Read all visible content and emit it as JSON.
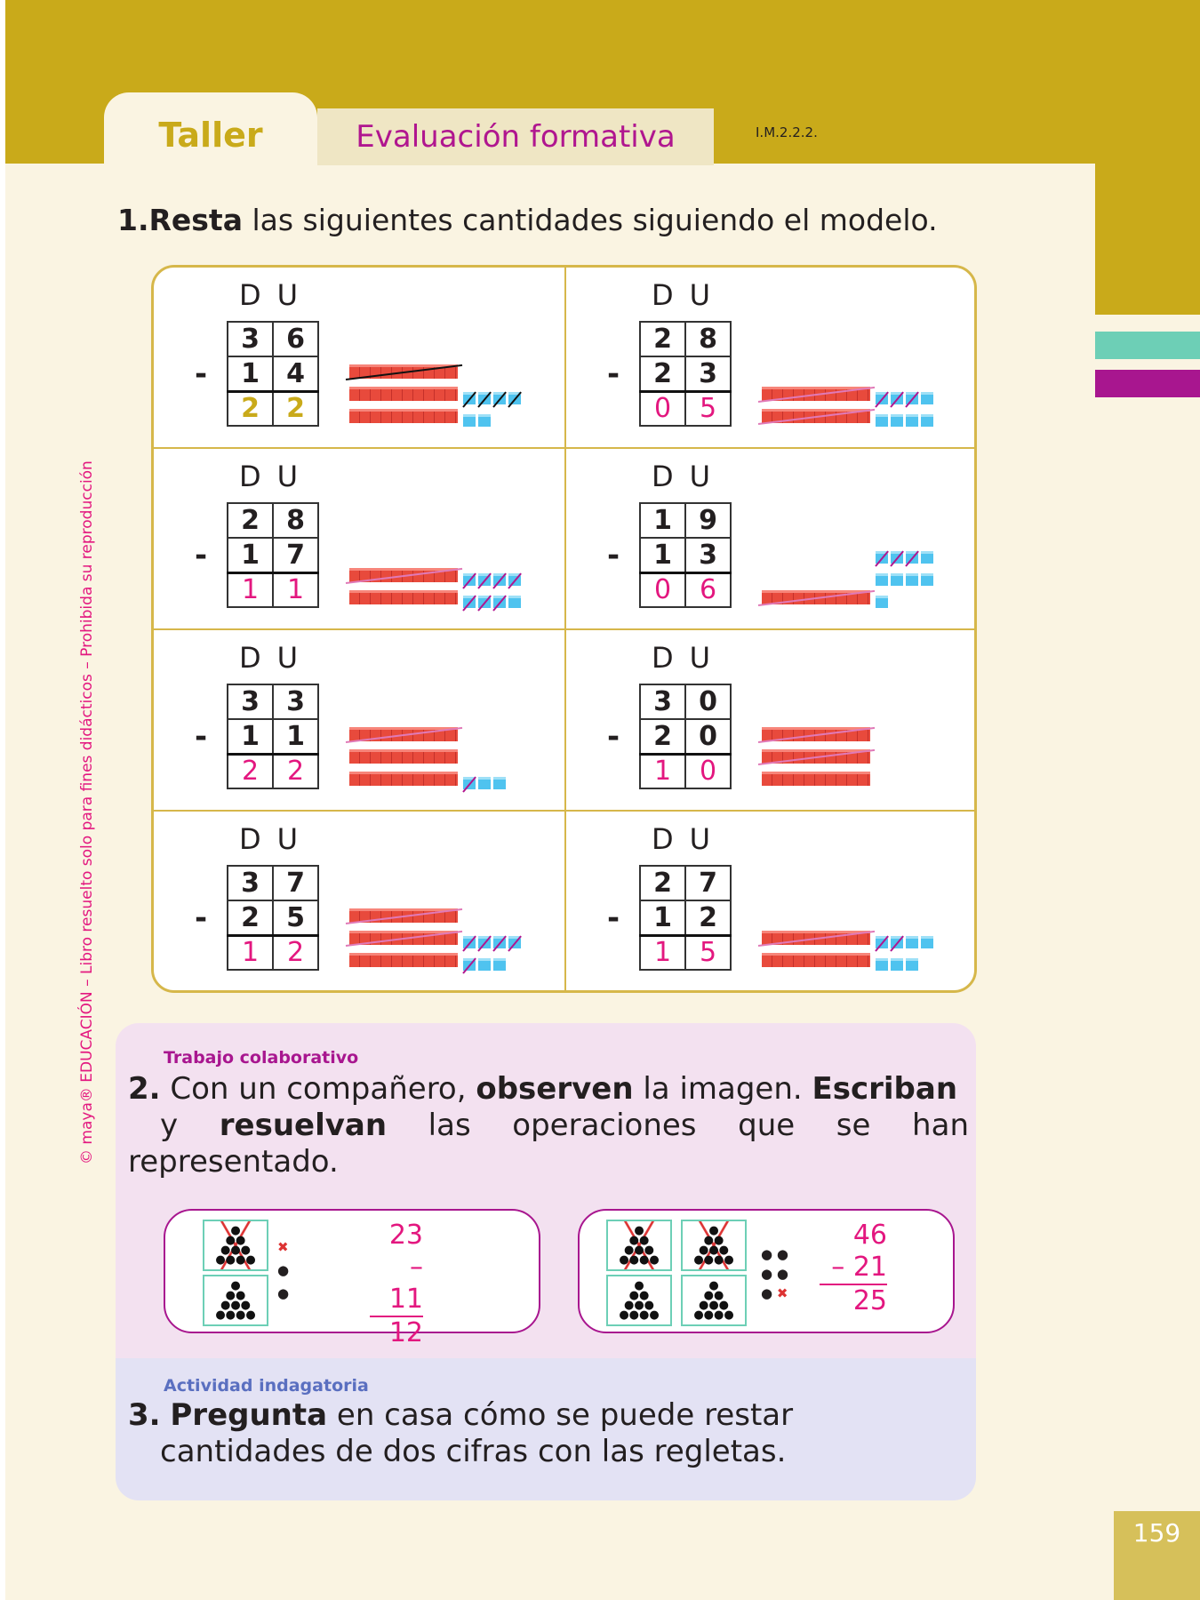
{
  "header": {
    "tab_taller": "Taller",
    "tab_eval": "Evaluación formativa",
    "code": "I.M.2.2.2."
  },
  "q1": {
    "num": "1.",
    "bold": "Resta",
    "rest": " las siguientes cantidades siguiendo el modelo."
  },
  "du": "DU",
  "minus": "-",
  "cells": [
    {
      "top": [
        "3",
        "6"
      ],
      "bot": [
        "1",
        "4"
      ],
      "ans": [
        "2",
        "2"
      ],
      "tens": 3,
      "units": 6,
      "xt": 1,
      "xu": 4,
      "gold": true
    },
    {
      "top": [
        "2",
        "8"
      ],
      "bot": [
        "2",
        "3"
      ],
      "ans": [
        "0",
        "5"
      ],
      "tens": 2,
      "units": 8,
      "xt": 2,
      "xu": 3
    },
    {
      "top": [
        "2",
        "8"
      ],
      "bot": [
        "1",
        "7"
      ],
      "ans": [
        "1",
        "1"
      ],
      "tens": 2,
      "units": 8,
      "xt": 1,
      "xu": 7
    },
    {
      "top": [
        "1",
        "9"
      ],
      "bot": [
        "1",
        "3"
      ],
      "ans": [
        "0",
        "6"
      ],
      "tens": 1,
      "units": 9,
      "xt": 1,
      "xu": 3
    },
    {
      "top": [
        "3",
        "3"
      ],
      "bot": [
        "1",
        "1"
      ],
      "ans": [
        "2",
        "2"
      ],
      "tens": 3,
      "units": 3,
      "xt": 1,
      "xu": 1
    },
    {
      "top": [
        "3",
        "0"
      ],
      "bot": [
        "2",
        "0"
      ],
      "ans": [
        "1",
        "0"
      ],
      "tens": 3,
      "units": 0,
      "xt": 2,
      "xu": 0
    },
    {
      "top": [
        "3",
        "7"
      ],
      "bot": [
        "2",
        "5"
      ],
      "ans": [
        "1",
        "2"
      ],
      "tens": 3,
      "units": 7,
      "xt": 2,
      "xu": 5
    },
    {
      "top": [
        "2",
        "7"
      ],
      "bot": [
        "1",
        "2"
      ],
      "ans": [
        "1",
        "5"
      ],
      "tens": 2,
      "units": 7,
      "xt": 1,
      "xu": 2
    }
  ],
  "q2": {
    "label": "Trabajo colaborativo",
    "num": "2.",
    "t1": "Con un compañero, ",
    "b1": "observen",
    "t2": " la imagen. ",
    "b2": "Escriban",
    "t3": "y ",
    "b3": "resuelvan",
    "t4": " las operaciones que se han representado.",
    "ops": [
      {
        "a": "23",
        "b": "11",
        "r": "12",
        "sign": "–"
      },
      {
        "a": "46",
        "b": "21",
        "r": "25",
        "sign": "–"
      }
    ]
  },
  "q3": {
    "label": "Actividad indagatoria",
    "num": "3.",
    "bold": "Pregunta",
    "rest": " en casa cómo se puede restar cantidades de dos cifras con las regletas."
  },
  "side": {
    "brand": "maya",
    "text": "© maya® EDUCACIÓN – Libro resuelto solo para fines didácticos – Prohibida su reproducción"
  },
  "page_number": "159"
}
